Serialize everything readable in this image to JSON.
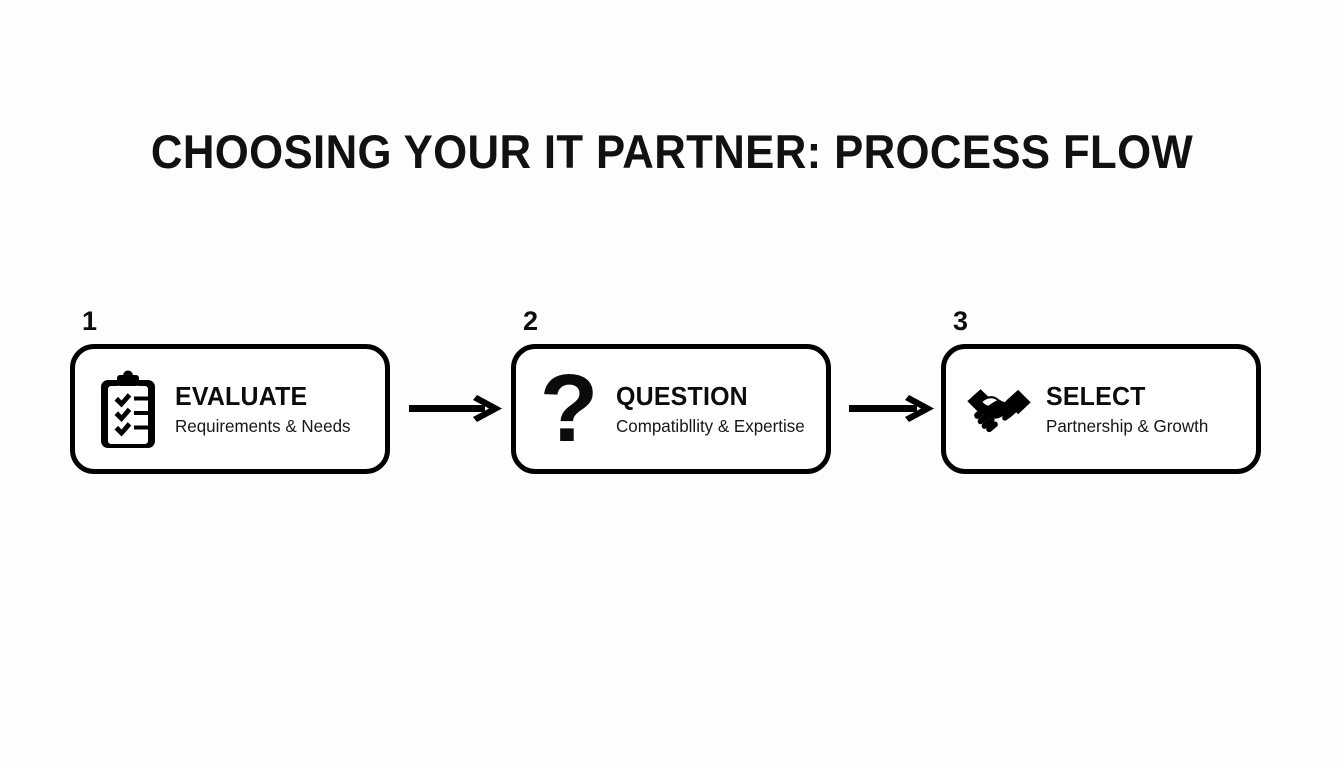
{
  "slide": {
    "background_color": "#fdfdfd",
    "ink_color": "#000000",
    "title": "CHOOSING YOUR IT PARTNER: PROCESS FLOW"
  },
  "flow": {
    "steps": [
      {
        "number": "1",
        "icon": "clipboard-checklist-icon",
        "heading": "EVALUATE",
        "subtitle": "Requirements & Needs"
      },
      {
        "number": "2",
        "icon": "question-mark-icon",
        "icon_glyph": "?",
        "heading": "QUESTION",
        "subtitle": "Compatibllity & Expertise"
      },
      {
        "number": "3",
        "icon": "handshake-icon",
        "heading": "SELECT",
        "subtitle": "Partnership & Growth"
      }
    ],
    "connectors": [
      {
        "name": "arrow-right-icon",
        "from": "1",
        "to": "2"
      },
      {
        "name": "arrow-right-icon",
        "from": "2",
        "to": "3"
      }
    ]
  }
}
